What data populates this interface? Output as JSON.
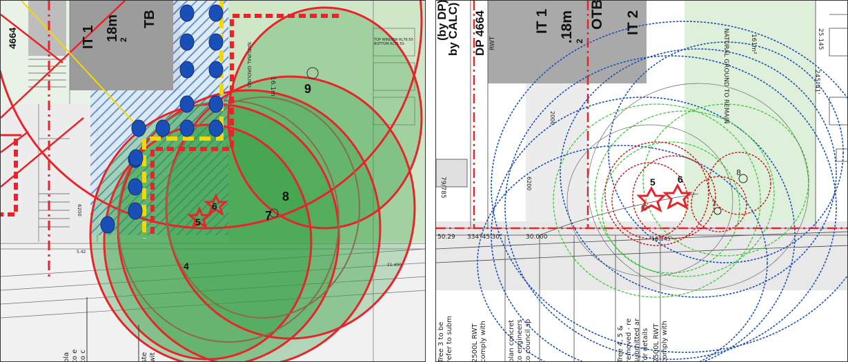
{
  "left_panel": {
    "unit_labels": [
      "IT 1",
      "18m",
      "2",
      "TB",
      "4664"
    ],
    "tree_numbers": [
      "9",
      "8",
      "7",
      "6",
      "5",
      "4"
    ],
    "small_notes": [
      "NATURAL GROUND",
      "16.1m",
      "TOP WINDOW RL76.50",
      "BOTTOM RL75.50",
      "6200",
      "5.42",
      "21.400"
    ],
    "bottom_notes": [
      "pla",
      "to e",
      "to c",
      "ste",
      "wit"
    ]
  },
  "right_panel": {
    "dp_label": "DP 4664",
    "by_label": "(by DP)",
    "calc_label": "by CALC)",
    "unit1_label": "IT 1",
    "area_label": ".18m",
    "area_sup": "2",
    "otb_label": "OTB",
    "unit2_label": "IT 2",
    "rwt_label": "RWT",
    "natural_ground": "NATURAL GROUND TO REMAIN",
    "area_note": "161m²",
    "dim_2000": "2000",
    "dim_6200": "6200",
    "dim_25145": "25.145",
    "dim_24541": "245°41'",
    "bearing_1": "50.29",
    "bearing_2": "334°45'30\"",
    "bearing_3": "30.000",
    "dim_16145": "16.145",
    "box_label": "79/785",
    "tree_numbers": [
      "5",
      "6",
      "7",
      "8"
    ],
    "bottom_notes": [
      "Tree 3 to be",
      "refer to subm",
      "2500L RWT",
      "comply with",
      "plan concret",
      "to engineers",
      "to council sp",
      "Tree 4, 5 &",
      "removed - re",
      "submitted ar",
      "for details",
      "2500L RWT",
      "comply with"
    ]
  },
  "colors": {
    "red": "#e8232a",
    "dark_red": "#c01d1d",
    "green_fill": "#2d9a3c",
    "blue": "#1a4fb8",
    "yellow": "#f5d800",
    "light_green": "#9ee08f",
    "brownish": "#8a6b4a"
  }
}
